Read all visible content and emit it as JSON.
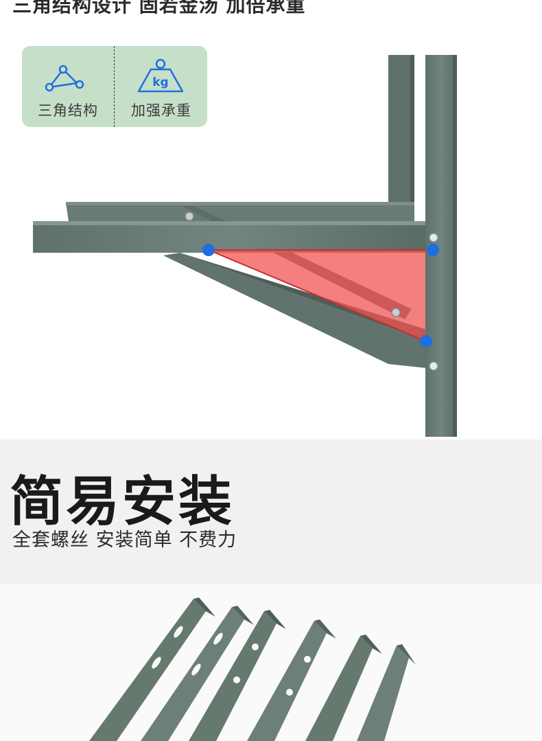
{
  "top_caption": "三角结构设计 固若金汤 加倍承重",
  "features": [
    {
      "icon": "triangle-structure-icon",
      "label": "三角结构"
    },
    {
      "icon": "kg-weight-icon",
      "icon_text": "kg",
      "label": "加强承重"
    }
  ],
  "section_two": {
    "title": "简易安装",
    "subtitle": "全套螺丝 安装简单 不费力"
  },
  "colors": {
    "accent_blue": "#1e6fe0",
    "steel_green": "#6a7d75",
    "highlight_red": "#f05454",
    "card_green": "#c6dfc9"
  }
}
